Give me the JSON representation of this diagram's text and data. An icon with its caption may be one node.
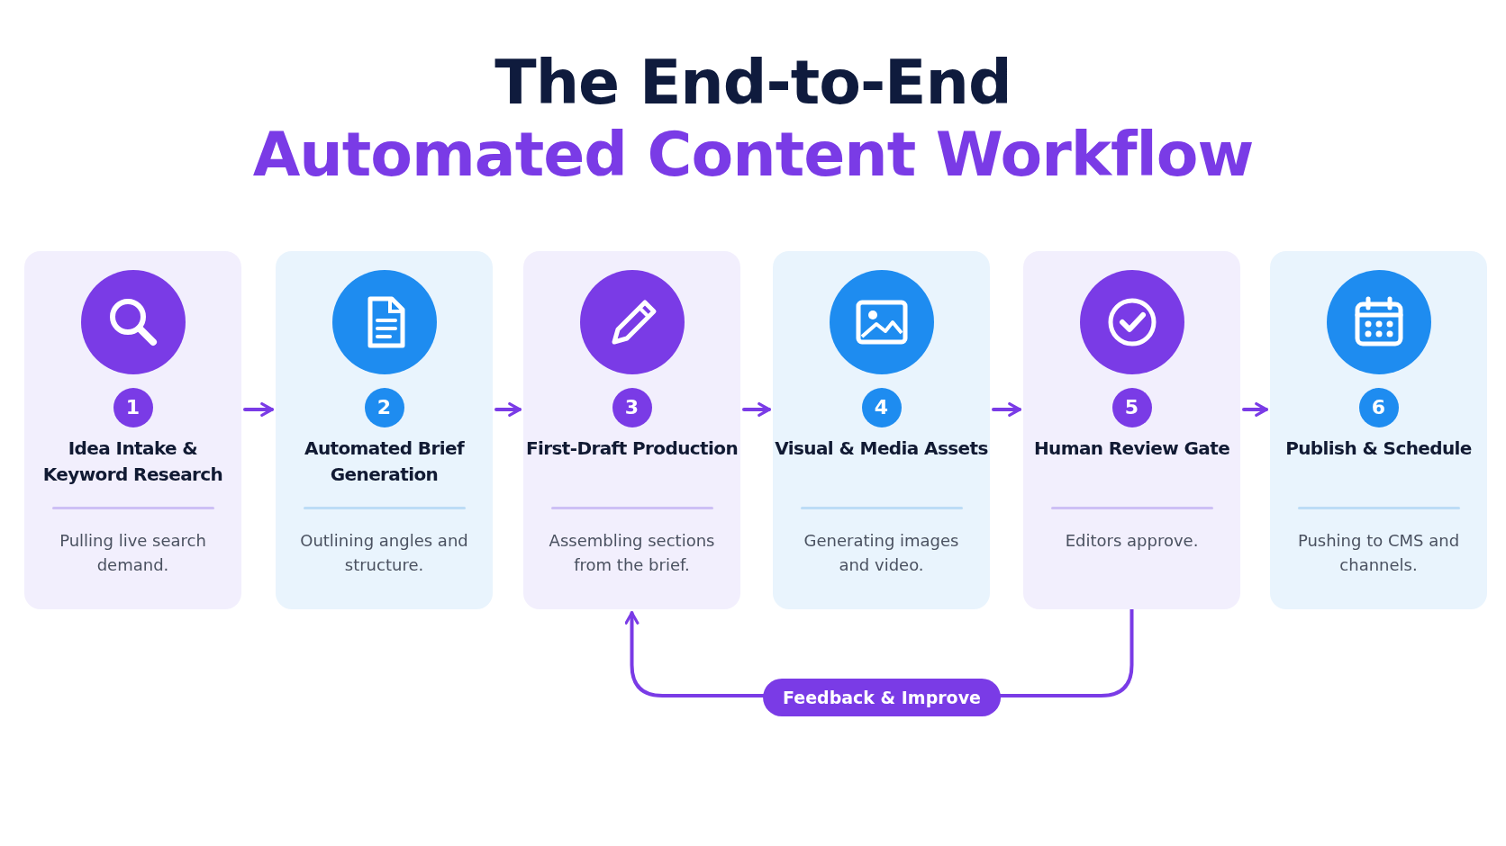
{
  "diagram": {
    "title": [
      "The End-to-End",
      "Automated Content Workflow"
    ],
    "nodes": [
      {
        "text": [
          "1",
          "Idea Intake & Keyword Research",
          "Pulling live search demand."
        ]
      },
      {
        "text": [
          "2",
          "Automated Brief Generation",
          "Outlining angles and structure."
        ]
      },
      {
        "text": [
          "3",
          "First-Draft Production",
          "Assembling sections from the brief."
        ]
      },
      {
        "text": [
          "4",
          "Visual & Media Assets",
          "Generating images and video."
        ]
      },
      {
        "text": [
          "5",
          "Human Review Gate",
          "Editors approve."
        ]
      },
      {
        "text": [
          "6",
          "Publish & Schedule",
          "Pushing to CMS and channels."
        ]
      }
    ],
    "edges": [
      {
        "from": 0,
        "to": 1,
        "arrow": "to"
      },
      {
        "from": 1,
        "to": 2,
        "arrow": "to"
      },
      {
        "from": 2,
        "to": 3,
        "arrow": "to"
      },
      {
        "from": 3,
        "to": 4,
        "arrow": "to"
      },
      {
        "from": 4,
        "to": 5,
        "arrow": "to"
      },
      {
        "from": 4,
        "to": 2,
        "arrow": "to",
        "label": "Feedback & Improve"
      }
    ]
  }
}
